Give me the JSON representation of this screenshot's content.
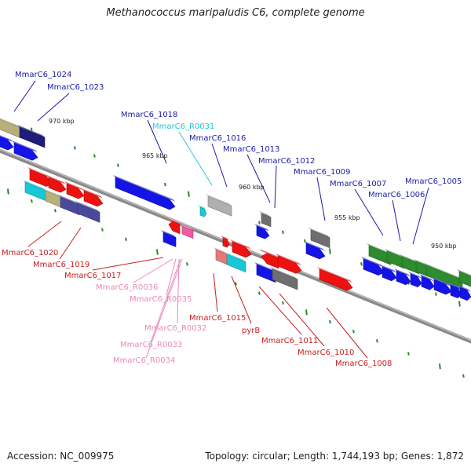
{
  "title": "Methanococcus maripaludis C6, complete genome",
  "accession": "Accession: NC_009975",
  "summary": "Topology: circular; Length: 1,744,193 bp; Genes: 1,872",
  "colors": {
    "blue_label": "#1a1aa8",
    "red_label": "#c81e1e",
    "pink_label": "#e88ab8",
    "cyan_label": "#27c6d6",
    "backbone": "#8a8a8a",
    "tick": "#2a8a2a",
    "gene_blue": "#1414e6",
    "gene_red": "#ee1111",
    "gene_green": "#2e8b2e",
    "gene_gray": "#6e6e6e",
    "gene_cyan": "#18c8d8",
    "gene_olive": "#b8b07a",
    "gene_navy": "#1e1e7a",
    "gene_slate": "#4a4a9a",
    "gene_pink": "#f05aa0",
    "gene_lightgray": "#b0b0b0",
    "gene_salmon": "#e87878"
  },
  "scale_labels": [
    "970 kbp",
    "965 kbp",
    "960 kbp",
    "955 kbp",
    "950 kbp"
  ],
  "gene_labels": {
    "top": [
      "MmarC6_1024",
      "MmarC6_1023",
      "MmarC6_1018",
      "MmarC6_R0031",
      "MmarC6_1016",
      "MmarC6_1013",
      "MmarC6_1012",
      "MmarC6_1009",
      "MmarC6_1007",
      "MmarC6_1006",
      "MmarC6_1005"
    ],
    "bottom": [
      "MmarC6_1020",
      "MmarC6_1019",
      "MmarC6_1017",
      "MmarC6_R0036",
      "MmarC6_R0035",
      "MmarC6_R0032",
      "MmarC6_R0033",
      "MmarC6_R0034",
      "MmarC6_1015",
      "pyrB",
      "MmarC6_1011",
      "MmarC6_1010",
      "MmarC6_1008"
    ]
  }
}
